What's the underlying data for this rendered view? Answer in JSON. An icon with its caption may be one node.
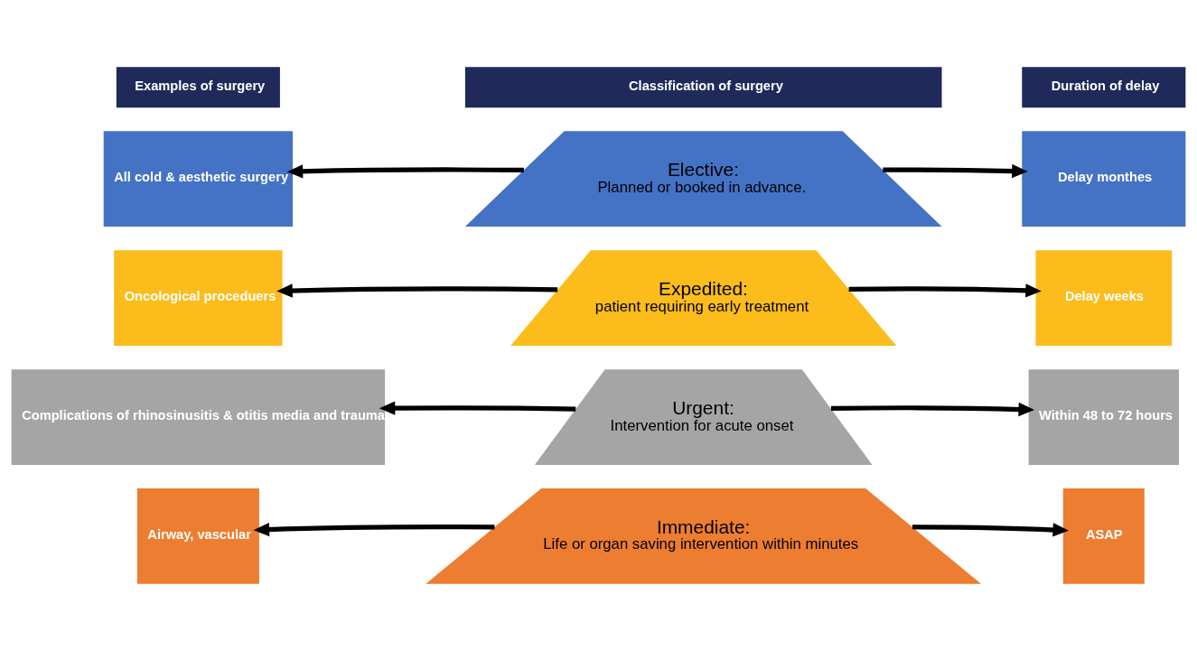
{
  "diagram": {
    "nodes": [
      {
        "text": [
          "Airway, vascular"
        ]
      },
      {
        "text": [
          "Immediate:",
          "Life or organ saving intervention within minutes"
        ]
      },
      {
        "text": [
          "ASAP"
        ]
      },
      {
        "text": [
          "Complications of rhinosinusitis & otitis media and trauma"
        ]
      },
      {
        "text": [
          "Urgent:",
          "Intervention for acute onset"
        ]
      },
      {
        "text": [
          "Within 48 to 72 hours"
        ]
      },
      {
        "text": [
          "Oncological proceduers"
        ]
      },
      {
        "text": [
          "Expedited:",
          "patient requiring early treatment"
        ]
      },
      {
        "text": [
          "Delay weeks"
        ]
      },
      {
        "text": [
          "All cold & aesthetic surgery"
        ]
      },
      {
        "text": [
          "Elective:",
          "Planned or booked in advance."
        ]
      },
      {
        "text": [
          "Delay monthes"
        ]
      },
      {
        "text": [
          "Examples of surgery"
        ]
      },
      {
        "text": [
          "Classification of surgery"
        ]
      },
      {
        "text": [
          "Duration of delay"
        ]
      }
    ],
    "edges": [
      {
        "from": 1,
        "to": 0,
        "arrow": "to"
      },
      {
        "from": 1,
        "to": 2,
        "arrow": "to"
      },
      {
        "from": 4,
        "to": 3,
        "arrow": "to"
      },
      {
        "from": 4,
        "to": 5,
        "arrow": "to"
      },
      {
        "from": 7,
        "to": 6,
        "arrow": "to"
      },
      {
        "from": 7,
        "to": 8,
        "arrow": "to"
      },
      {
        "from": 10,
        "to": 9,
        "arrow": "to"
      },
      {
        "from": 10,
        "to": 11,
        "arrow": "to"
      }
    ]
  }
}
